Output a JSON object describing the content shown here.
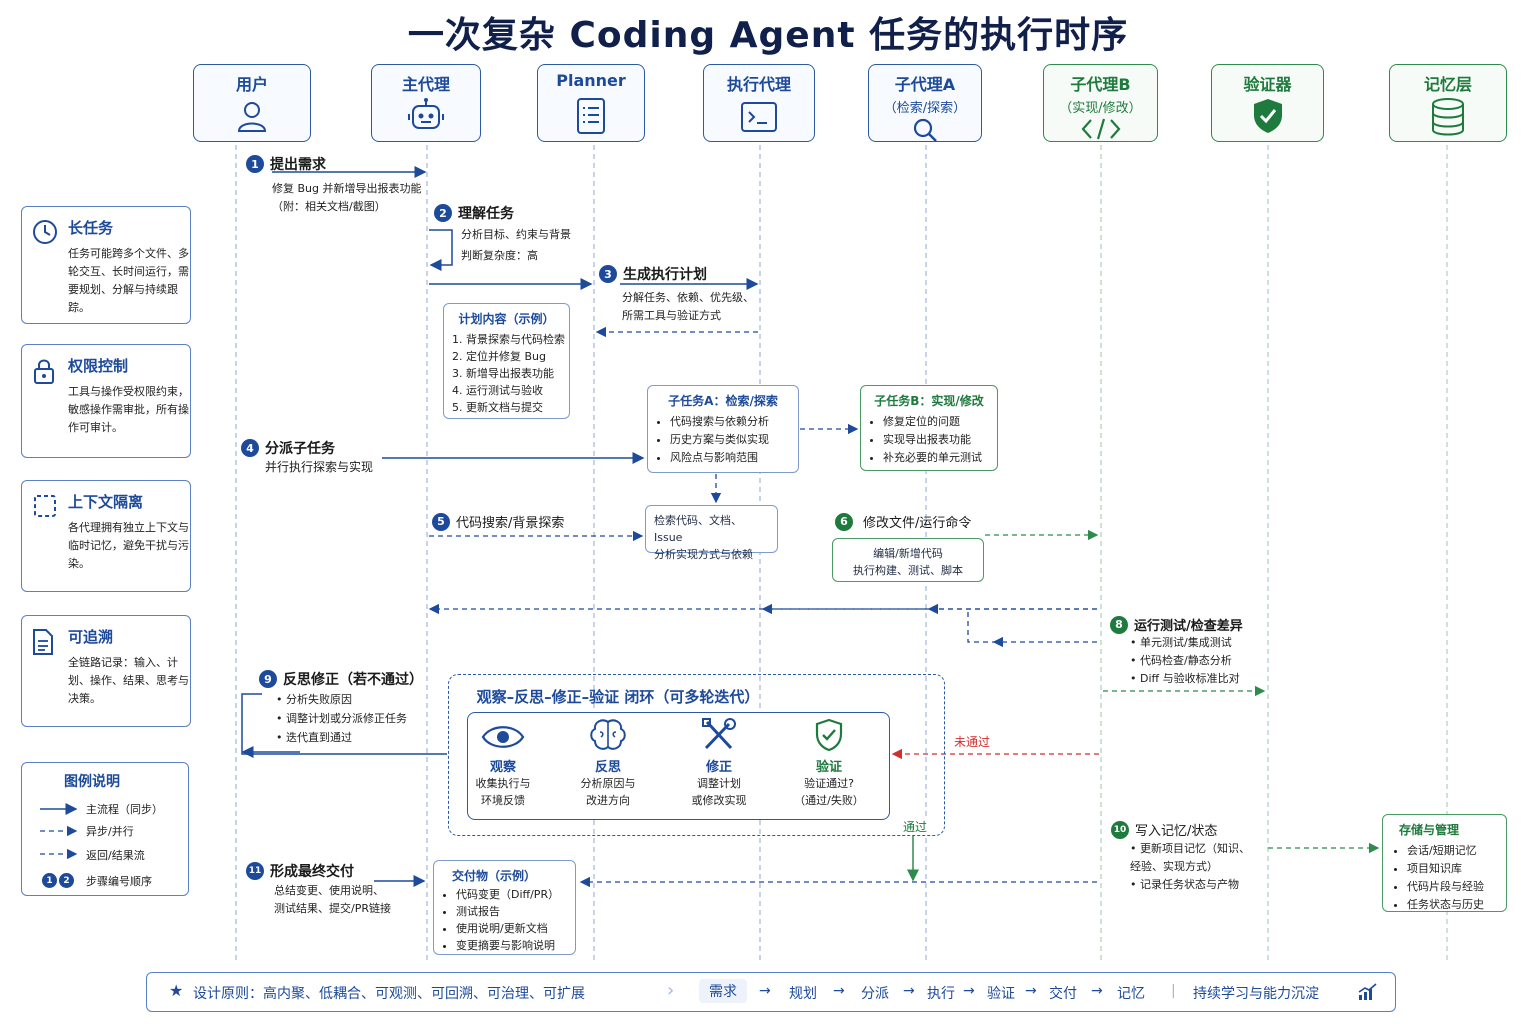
{
  "title": "一次复杂 Coding Agent 任务的执行时序",
  "actors": [
    {
      "name": "用户",
      "sub": "",
      "icon": "user-icon"
    },
    {
      "name": "主代理",
      "sub": "",
      "icon": "robot-icon"
    },
    {
      "name": "Planner",
      "sub": "",
      "icon": "checklist-icon"
    },
    {
      "name": "执行代理",
      "sub": "",
      "icon": "terminal-icon"
    },
    {
      "name": "子代理A",
      "sub": "（检索/探索）",
      "icon": "magnifier-icon"
    },
    {
      "name": "子代理B",
      "sub": "（实现/修改）",
      "icon": "code-icon"
    },
    {
      "name": "验证器",
      "sub": "",
      "icon": "shield-check-icon"
    },
    {
      "name": "记忆层",
      "sub": "",
      "icon": "database-icon"
    }
  ],
  "side_cards": [
    {
      "title": "长任务",
      "body": "任务可能跨多个文件、多轮交互、长时间运行，需要规划、分解与持续跟踪。",
      "icon": "clock-icon"
    },
    {
      "title": "权限控制",
      "body": "工具与操作受权限约束，敏感操作需审批，所有操作可审计。",
      "icon": "lock-icon"
    },
    {
      "title": "上下文隔离",
      "body": "各代理拥有独立上下文与临时记忆，避免干扰与污染。",
      "icon": "dashed-square-icon"
    },
    {
      "title": "可追溯",
      "body": "全链路记录：输入、计划、操作、结果、思考与决策。",
      "icon": "document-icon"
    }
  ],
  "steps": {
    "s1": {
      "num": "1",
      "label": "提出需求",
      "note1": "修复 Bug 并新增导出报表功能",
      "note2": "（附：相关文档/截图）"
    },
    "s2": {
      "num": "2",
      "label": "理解任务",
      "note1": "分析目标、约束与背景",
      "note2": "判断复杂度：高"
    },
    "s3": {
      "num": "3",
      "label": "生成执行计划",
      "note1": "分解任务、依赖、优先级、",
      "note2": "所需工具与验证方式"
    },
    "s4": {
      "num": "4",
      "label": "分派子任务",
      "note1": "并行执行探索与实现"
    },
    "s5": {
      "num": "5",
      "label": "代码搜索/背景探索"
    },
    "s6": {
      "num": "6",
      "label": "修改文件/运行命令"
    },
    "s8": {
      "num": "8",
      "label": "运行测试/检查差异",
      "items": [
        "单元测试/集成测试",
        "代码检查/静态分析",
        "Diff 与验收标准比对"
      ]
    },
    "s9": {
      "num": "9",
      "label": "反思修正（若不通过）",
      "items": [
        "分析失败原因",
        "调整计划或分派修正任务",
        "迭代直到通过"
      ]
    },
    "s10": {
      "num": "10",
      "label": "写入记忆/状态",
      "items": [
        "更新项目记忆（知识、经验、实现方式）",
        "记录任务状态与产物"
      ]
    },
    "s11": {
      "num": "11",
      "label": "形成最终交付",
      "note1": "总结变更、使用说明、",
      "note2": "测试结果、提交/PR链接"
    }
  },
  "plan_box": {
    "title": "计划内容（示例）",
    "items": [
      "背景探索与代码检索",
      "定位并修复 Bug",
      "新增导出报表功能",
      "运行测试与验收",
      "更新文档与提交"
    ]
  },
  "subtask_a": {
    "title": "子任务A：检索/探索",
    "items": [
      "代码搜索与依赖分析",
      "历史方案与类似实现",
      "风险点与影响范围"
    ]
  },
  "subtask_b": {
    "title": "子任务B：实现/修改",
    "items": [
      "修复定位的问题",
      "实现导出报表功能",
      "补充必要的单元测试"
    ]
  },
  "search_box": {
    "line1": "检索代码、文档、Issue",
    "line2": "分析实现方式与依赖"
  },
  "edit_box": {
    "line1": "编辑/新增代码",
    "line2": "执行构建、测试、脚本"
  },
  "loop": {
    "title": "观察–反思–修正–验证 闭环（可多轮迭代）",
    "steps": [
      {
        "name": "观察",
        "desc1": "收集执行与",
        "desc2": "环境反馈",
        "icon": "eye-icon"
      },
      {
        "name": "反思",
        "desc1": "分析原因与",
        "desc2": "改进方向",
        "icon": "brain-icon"
      },
      {
        "name": "修正",
        "desc1": "调整计划",
        "desc2": "或修改实现",
        "icon": "tools-icon"
      },
      {
        "name": "验证",
        "desc1": "验证通过?",
        "desc2": "（通过/失败）",
        "icon": "shield-check-icon"
      }
    ],
    "fail_label": "未通过",
    "pass_label": "通过"
  },
  "deliverables": {
    "title": "交付物（示例）",
    "items": [
      "代码变更（Diff/PR）",
      "测试报告",
      "使用说明/更新文档",
      "变更摘要与影响说明"
    ]
  },
  "storage": {
    "title": "存储与管理",
    "items": [
      "会话/短期记忆",
      "项目知识库",
      "代码片段与经验",
      "任务状态与历史"
    ]
  },
  "legend": {
    "title": "图例说明",
    "rows": [
      {
        "label": "主流程（同步）"
      },
      {
        "label": "异步/并行"
      },
      {
        "label": "返回/结果流"
      },
      {
        "label": "步骤编号顺序",
        "badges": [
          "1",
          "2"
        ]
      }
    ]
  },
  "footer": {
    "principle": "设计原则：高内聚、低耦合、可观测、可回溯、可治理、可扩展",
    "flow": [
      "需求",
      "规划",
      "分派",
      "执行",
      "验证",
      "交付",
      "记忆"
    ],
    "tail": "持续学习与能力沉淀"
  },
  "colors": {
    "primary": "#1d4a9a",
    "green": "#1f7a3e",
    "red": "#d32f2f"
  }
}
